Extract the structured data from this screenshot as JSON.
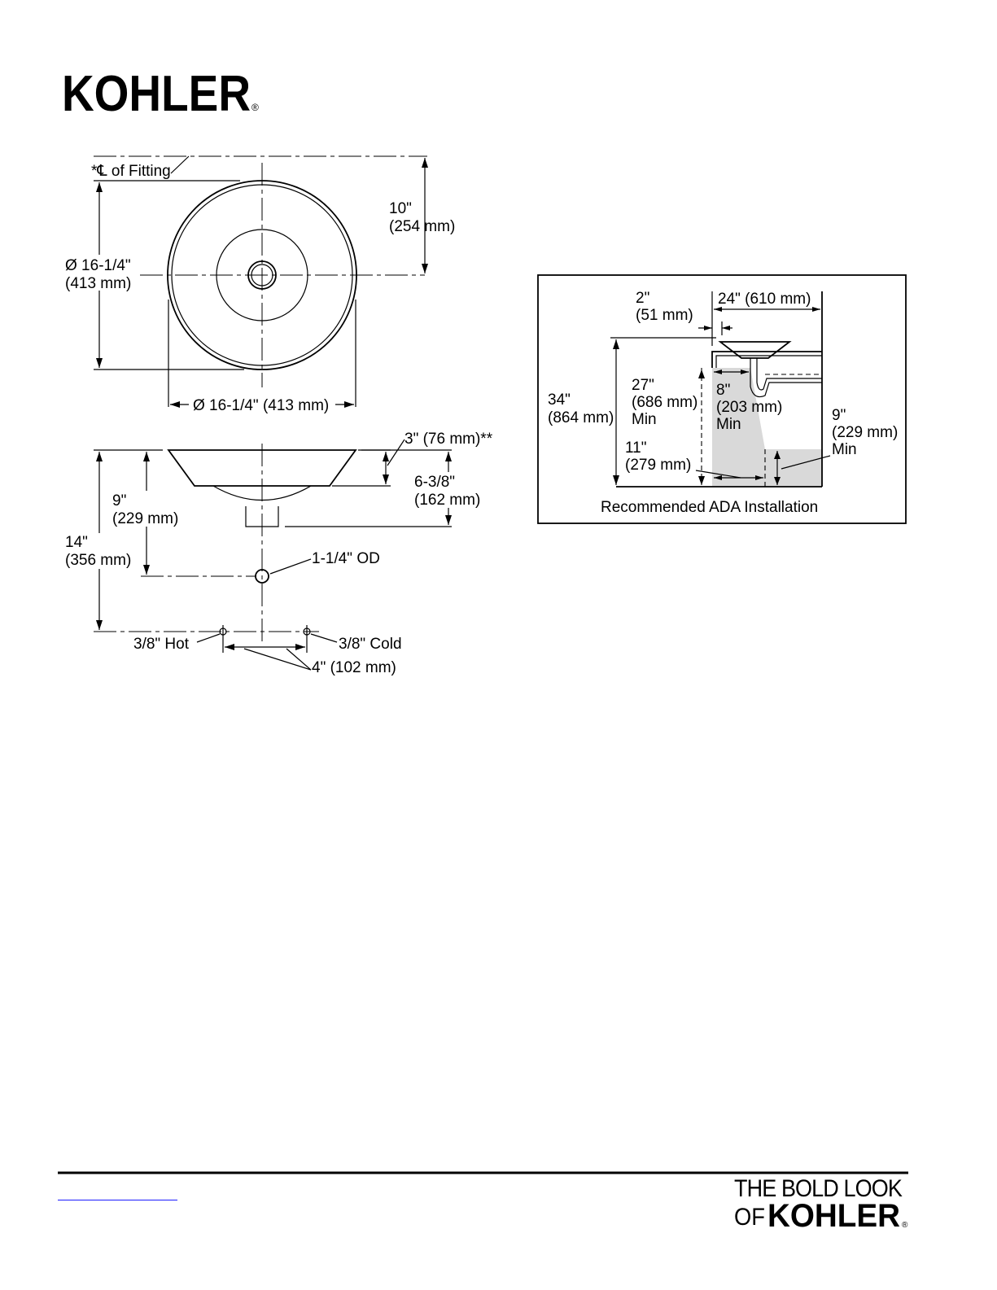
{
  "brand": {
    "logo_text": "KOHLER",
    "registered": "®",
    "tagline_line1": "THE BOLD LOOK",
    "tagline_of": "OF",
    "tagline_brand": "KOHLER"
  },
  "top_view": {
    "centerline_label": "*℄ of Fitting",
    "dim_10": "10\"",
    "dim_10_mm": "(254 mm)",
    "dia_left": "Ø 16-1/4\"",
    "dia_left_mm": "(413 mm)",
    "dia_bottom": "Ø 16-1/4\" (413 mm)"
  },
  "side_view": {
    "dim_3": "3\" (76 mm)**",
    "dim_6": "6-3/8\"",
    "dim_6_mm": "(162 mm)",
    "dim_9": "9\"",
    "dim_9_mm": "(229 mm)",
    "dim_14": "14\"",
    "dim_14_mm": "(356 mm)",
    "drain_od": "1-1/4\" OD",
    "hot": "3/8\" Hot",
    "cold": "3/8\" Cold",
    "spacing": "4\" (102 mm)"
  },
  "ada_panel": {
    "dim_2": "2\"",
    "dim_2_mm": "(51 mm)",
    "dim_24": "24\" (610 mm)",
    "dim_34": "34\"",
    "dim_34_mm": "(864 mm)",
    "dim_27": "27\"",
    "dim_27_mm": "(686 mm)",
    "dim_27_min": "Min",
    "dim_8": "8\"",
    "dim_8_mm": "(203 mm)",
    "dim_8_min": "Min",
    "dim_9": "9\"",
    "dim_9_mm": "(229 mm)",
    "dim_9_min": "Min",
    "dim_11": "11\"",
    "dim_11_mm": "(279 mm)",
    "caption": "Recommended ADA Installation"
  },
  "colors": {
    "line": "#000000",
    "shade": "#d9d9d9",
    "link": "#1a1aff"
  }
}
